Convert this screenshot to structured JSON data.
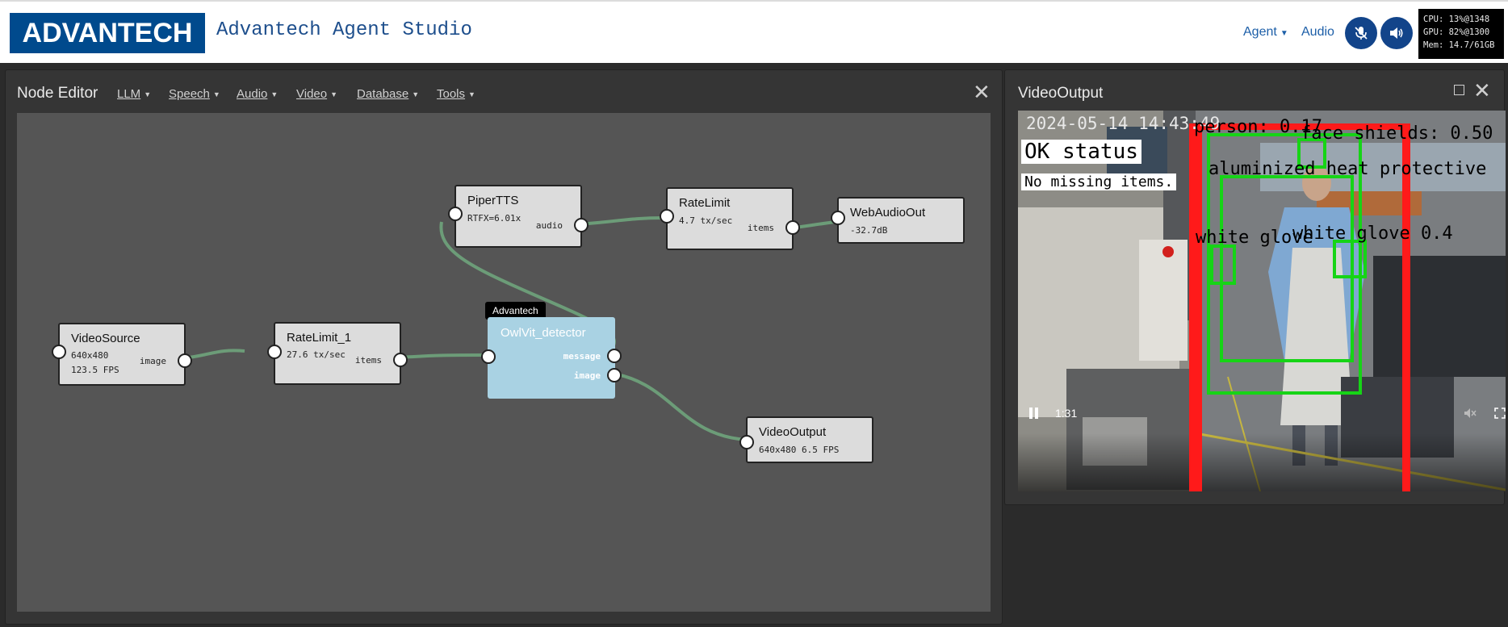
{
  "header": {
    "logo_text": "ADVANTECH",
    "app_title": "Advantech Agent Studio",
    "nav_agent": "Agent",
    "nav_audio": "Audio",
    "mic_icon": "mic-muted-icon",
    "speaker_icon": "speaker-icon",
    "stats": {
      "cpu": "CPU: 13%@1348",
      "gpu": "GPU: 82%@1300",
      "mem": "Mem: 14.7/61GB"
    }
  },
  "node_editor": {
    "title": "Node Editor",
    "menus": [
      "LLM",
      "Speech",
      "Audio",
      "Video",
      "Database",
      "Tools"
    ],
    "nodes": {
      "piper": {
        "title": "PiperTTS",
        "stat": "RTFX=6.01x",
        "out": "audio"
      },
      "ratelimit": {
        "title": "RateLimit",
        "stat": "4.7 tx/sec",
        "out": "items"
      },
      "webaudio": {
        "title": "WebAudioOut",
        "stat": "-32.7dB"
      },
      "videosource": {
        "title": "VideoSource",
        "stat1": "640x480",
        "stat2": "123.5 FPS",
        "out": "image"
      },
      "ratelimit1": {
        "title": "RateLimit_1",
        "stat": "27.6 tx/sec",
        "out": "items"
      },
      "owl": {
        "title": "OwlVit_detector",
        "tooltip": "Advantech",
        "out1": "message",
        "out2": "image"
      },
      "videooutput": {
        "title": "VideoOutput",
        "stat": "640x480 6.5 FPS"
      }
    }
  },
  "video_output": {
    "title": "VideoOutput",
    "timestamp": "2024-05-14 14:43:49",
    "status": "OK status",
    "missing": "No missing items.",
    "labels": {
      "person": "person: 0.17",
      "face": "face shields: 0.50",
      "alum": "aluminized heat protective",
      "glove": "white glove",
      "glove2": "white glove 0.4"
    },
    "time": "1:31",
    "colors": {
      "red": "#ff1a1a",
      "green": "#16d416"
    }
  }
}
